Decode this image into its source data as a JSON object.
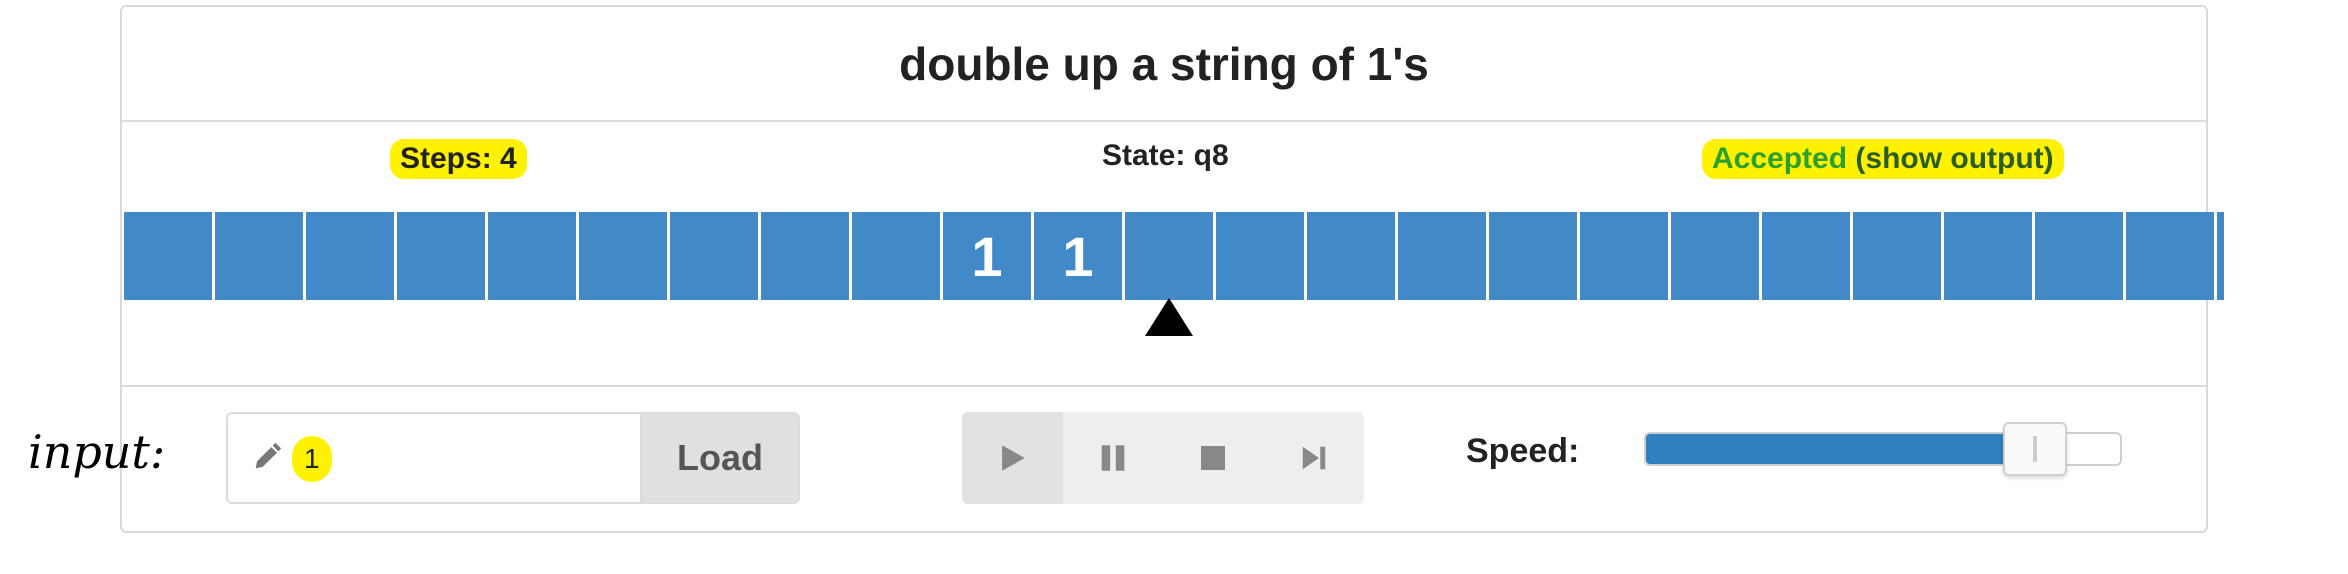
{
  "title": "double up a string of 1's",
  "status": {
    "steps": "Steps: 4",
    "state": "State: q8",
    "accepted": "Accepted",
    "show_output": "(show output)"
  },
  "colors": {
    "tape_cell": "#4289c7",
    "accepted": "#2ca02c",
    "highlight": "#fff200",
    "slider_fill": "#2f80bf"
  },
  "tape": [
    "",
    "",
    "",
    "",
    "",
    "",
    "",
    "",
    "",
    "1",
    "1",
    "",
    "",
    "",
    "",
    "",
    "",
    "",
    "",
    "",
    "",
    "",
    "",
    ""
  ],
  "head_index": 11,
  "input": {
    "label": "input:",
    "value": "1",
    "icon": "pencil-icon",
    "load_label": "Load"
  },
  "controls": {
    "play": "play-icon",
    "pause": "pause-icon",
    "stop": "stop-icon",
    "step": "step-forward-icon"
  },
  "speed": {
    "label": "Speed:",
    "value_fraction": 0.82
  }
}
